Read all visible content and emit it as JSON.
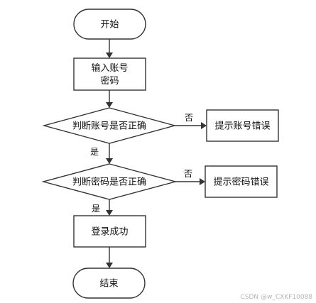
{
  "nodes": {
    "start": "开始",
    "input_line1": "输入账号",
    "input_line2": "密码",
    "check_account": "判断账号是否正确",
    "check_password": "判断密码是否正确",
    "account_error": "提示账号错误",
    "password_error": "提示密码错误",
    "login_success": "登录成功",
    "end": "结束"
  },
  "edges": {
    "account_no": "否",
    "account_yes": "是",
    "password_no": "否",
    "password_yes": "是"
  },
  "watermark": "CSDN @w_CXKF10088"
}
